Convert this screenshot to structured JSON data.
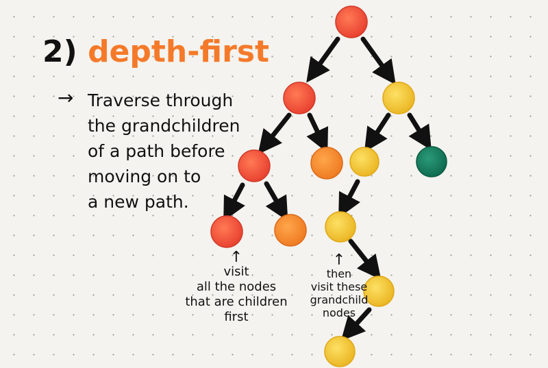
{
  "heading": {
    "number": "2)",
    "title": "depth-first"
  },
  "description": {
    "arrow": "→",
    "lines": [
      "Traverse through",
      "the grandchildren",
      "of a path before",
      "moving on to",
      "a new path."
    ]
  },
  "notes": [
    {
      "caret": "↑",
      "lines": [
        "visit",
        "all the nodes",
        "that are children",
        "first"
      ]
    },
    {
      "caret": "↑",
      "lines": [
        "then",
        "visit these",
        "grandchild",
        "nodes"
      ]
    }
  ],
  "colors": {
    "red": "#f0523a",
    "orange": "#f58a2e",
    "yellow": "#f2c12c",
    "green": "#137a5c",
    "arrow": "#111111"
  },
  "icon_names": [
    "right-arrow-icon",
    "up-caret-icon"
  ]
}
